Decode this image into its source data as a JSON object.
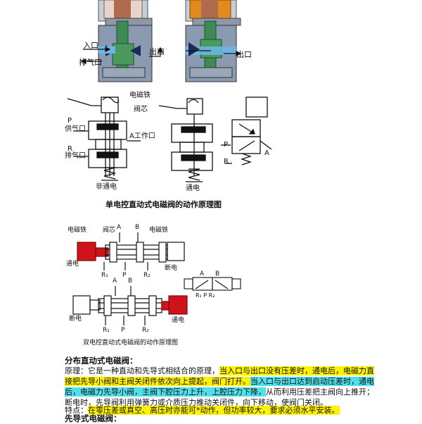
{
  "photos": {
    "inlet": "入口",
    "exhaust": "排气口",
    "outlet": "出口",
    "outlet_right": "出口"
  },
  "single": {
    "solenoid": "电磁铁",
    "valve_core": "阀芯",
    "supply_port": "供气口",
    "p": "P",
    "a_work_port": "A工作口",
    "r": "R",
    "exhaust_port": "排气口",
    "deenergized": "非通电",
    "energized": "通电",
    "sym_p": "P",
    "sym_a": "A",
    "sym_r": "R",
    "caption": "单电控直动式电磁阀的动作原理图"
  },
  "double": {
    "top": {
      "solenoid_l": "电磁铁",
      "valve_core": "阀芯",
      "a": "A",
      "b": "B",
      "solenoid_r": "电磁铁",
      "energized": "通电",
      "deenergized": "断电",
      "r1": "R₁",
      "p": "P",
      "r2": "R₂"
    },
    "symbol": {
      "a": "A",
      "b": "B",
      "ports": "R₁ P R₂"
    },
    "bottom": {
      "a": "A",
      "b": "B",
      "deenergized": "断电",
      "energized": "通电",
      "r1": "R₁",
      "p": "P",
      "r2": "R₂"
    },
    "caption": "双电控直动式电磁阀的动作原理图"
  },
  "text": {
    "heading": "分布直动式电磁阀：",
    "p1_plain": "原理：它是一种直动和先导式相结合的原理，",
    "p1_hl1": "当入口与出口没有压差时，通电后，电磁力直",
    "p2_hl": "接把先导小阀和主阀关闭件依次向上提起，阀门打开。",
    "p2_hl_cyan": "当入口与出口达到启动压差时，通电",
    "p3_hl_cyan": "后，电磁力先导小阀，主阀下腔压力上升，上腔压力下降，",
    "p3_plain": "从而利用压差把主阀向上推开；",
    "p4": "断电时，先导阀利用弹簧力或介质压力推动关闭件，向下移动，使阀门关闭。",
    "p5_plain": "特点：",
    "p5_hl": "在零压差或真空、高压时亦能可*动作，但功率较大，要求必须水平安装。",
    "heading2": "先导式电磁阀："
  },
  "colors": {
    "highlight_yellow": "#fff200",
    "highlight_cyan": "#4fe0ea",
    "photo_gray": "#8a9ab0",
    "photo_green": "#3d8a55",
    "photo_blue_flow": "#69b8e6",
    "coil_orange": "#e38a1e",
    "coil_red": "#d0131b"
  }
}
